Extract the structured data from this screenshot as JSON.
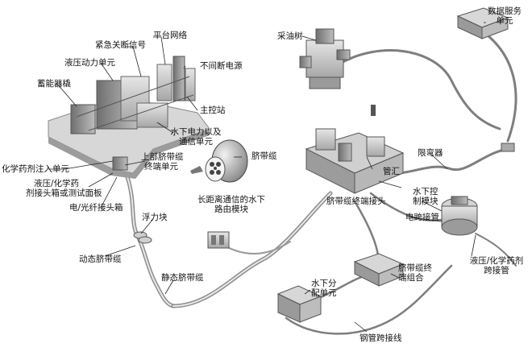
{
  "labels": {
    "platform_network": "平台网络",
    "emergency_shutdown": "紧急关断信号",
    "hpu": "液压动力单元",
    "accumulator": "蓄能器橇",
    "ups": "不间断电源",
    "mcs": "主控站",
    "subsea_power_l1": "水下电力以及",
    "subsea_power_l2": "通信单元",
    "chem_injection": "化学药剂注入单元",
    "topside_tutu_l1": "上部脐带缆",
    "topside_tutu_l2": "终端单元",
    "hyd_chem_l1": "液压/化学药",
    "hyd_chem_l2": "剂接头箱或测试面板",
    "elec_fiber_box": "电/光纤接头箱",
    "buoyancy": "浮力块",
    "dynamic_umbilical": "动态脐带缆",
    "static_umbilical": "静态脐带缆",
    "umbilical": "脐带缆",
    "router_l1": "长距离通信的水下",
    "router_l2": "路由模块",
    "xmas_tree": "采油树",
    "manifold": "管汇",
    "umbilical_term_head": "脐带缆终端接头",
    "bend_restrictor": "限弯器",
    "data_service_l1": "数据服务",
    "data_service_l2": "单元",
    "scm_l1": "水下控",
    "scm_l2": "制模块",
    "elec_jumper": "电跨接管",
    "hyd_chem_jumper_l1": "液压/化学药剂",
    "hyd_chem_jumper_l2": "跨接管",
    "utah_l1": "脐带缆终",
    "utah_l2": "端组合",
    "sdu_l1": "水下分",
    "sdu_l2": "配单元",
    "steel_flying_lead": "钢管跨接线"
  }
}
